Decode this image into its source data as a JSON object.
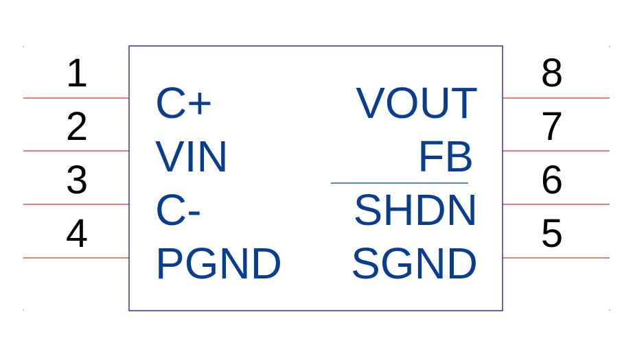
{
  "component": {
    "colors": {
      "body_outline": "#000080",
      "pin_line": "#c00000",
      "label": "#0a3d8c",
      "pin_number": "#000000"
    },
    "left_pins": [
      {
        "number": "1",
        "name": "C+"
      },
      {
        "number": "2",
        "name": "VIN"
      },
      {
        "number": "3",
        "name": "C-"
      },
      {
        "number": "4",
        "name": "PGND"
      }
    ],
    "right_pins": [
      {
        "number": "8",
        "name": "VOUT",
        "active_low": false
      },
      {
        "number": "7",
        "name": "FB",
        "active_low": false
      },
      {
        "number": "6",
        "name": "SHDN",
        "active_low": true
      },
      {
        "number": "5",
        "name": "SGND",
        "active_low": false
      }
    ]
  }
}
